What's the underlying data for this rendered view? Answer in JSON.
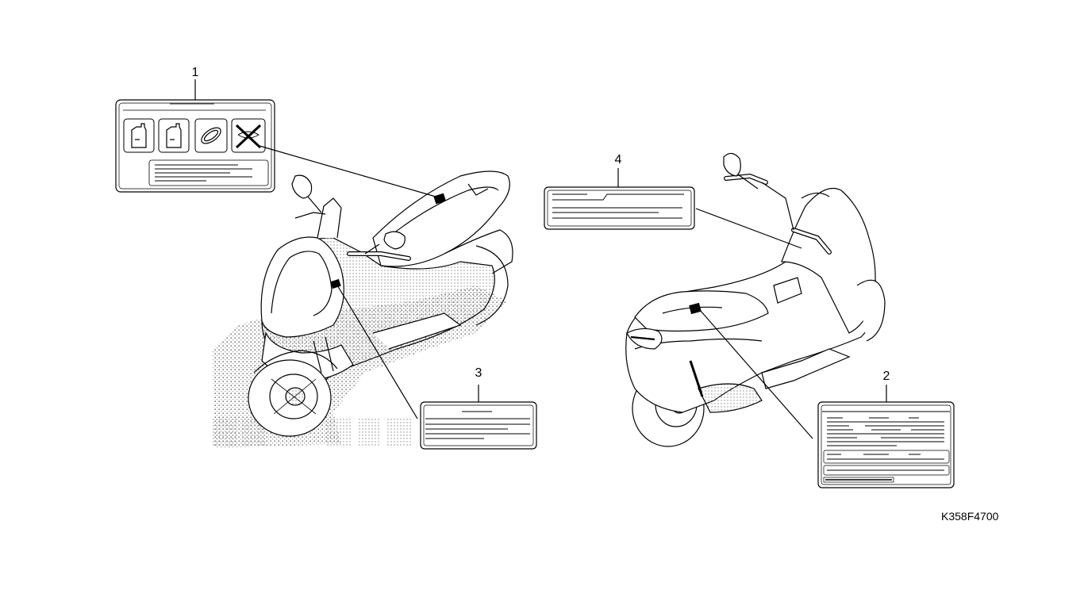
{
  "callouts": {
    "c1": "1",
    "c2": "2",
    "c3": "3",
    "c4": "4"
  },
  "diagram_code": "K358F4700",
  "colors": {
    "ink": "#000000",
    "stipple": "#8a8a8a",
    "paper": "#ffffff"
  }
}
